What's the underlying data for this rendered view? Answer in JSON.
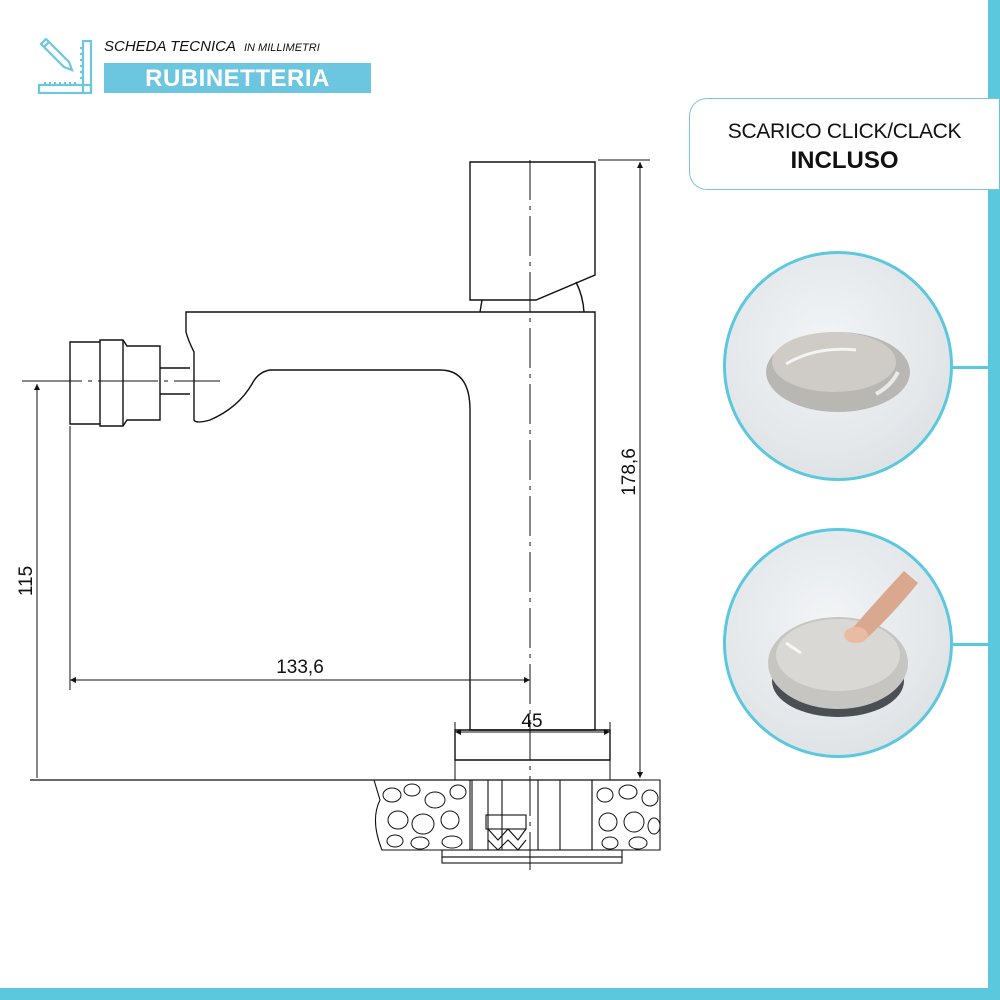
{
  "header": {
    "subtitle": "SCHEDA TECNICA",
    "unit_note": "IN MILLIMETRI",
    "banner": "RUBINETTERIA",
    "icon": "ruler-pencil-icon"
  },
  "callout": {
    "line1": "SCARICO CLICK/CLACK",
    "line2": "INCLUSO"
  },
  "photos": [
    {
      "name": "drain-closed-photo",
      "description": "Chrome click-clack drain plug raised"
    },
    {
      "name": "drain-pressed-photo",
      "description": "Finger pressing chrome click-clack drain plug"
    }
  ],
  "dimensions": {
    "spout_height": "115",
    "spout_reach": "133,6",
    "base_diameter": "45",
    "total_height": "178,6"
  },
  "colors": {
    "accent": "#5bc8de",
    "banner": "#6cc6e0",
    "line": "#111111"
  }
}
